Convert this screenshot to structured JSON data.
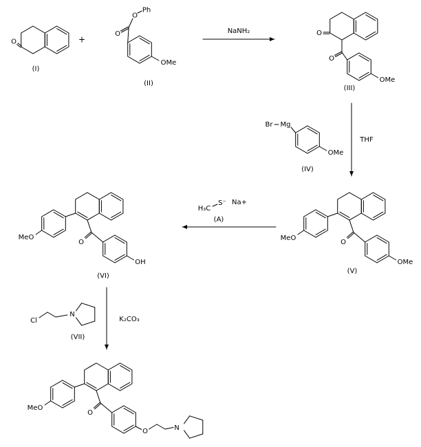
{
  "compounds": {
    "i": {
      "caption": "(I)",
      "ketone_o": "O"
    },
    "ii": {
      "caption": "(II)",
      "ester_o": "O",
      "phenyl": "Ph",
      "carbonyl_o": "O",
      "methoxy": "OMe"
    },
    "iii": {
      "caption": "(III)",
      "ketone_o": "O",
      "carbonyl_o": "O",
      "methoxy": "OMe"
    },
    "iv": {
      "caption": "(IV)",
      "bromine": "Br",
      "magnesium": "Mg",
      "methoxy": "OMe"
    },
    "v": {
      "caption": "(V)",
      "methoxy_left": "MeO",
      "carbonyl_o": "O",
      "methoxy_right": "OMe"
    },
    "vi": {
      "caption": "(VI)",
      "methoxy_left": "MeO",
      "carbonyl_o": "O",
      "hydroxyl": "OH"
    },
    "vii": {
      "caption": "(VII)",
      "chlorine": "Cl",
      "nitrogen": "N"
    },
    "product": {
      "methoxy_left": "MeO",
      "carbonyl_o": "O",
      "ether_o": "O",
      "nitrogen": "N"
    }
  },
  "reagents": {
    "step1": "NaNH₂",
    "step2_solvent": "THF",
    "thiolate": {
      "methyl": "H₃C",
      "sulfide": "S⁻",
      "sodium": "Na+",
      "caption": "(A)"
    },
    "step4_base": "K₂CO₃"
  },
  "operators": {
    "plus": "+"
  }
}
